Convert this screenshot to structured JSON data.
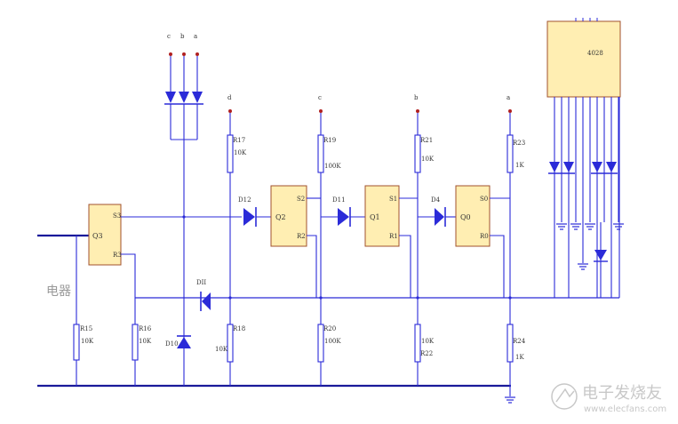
{
  "colors": {
    "wire": "#2b2bd8",
    "bus": "#1a1a9a",
    "chip_fill": "#ffeeb2",
    "chip_stroke": "#a0522d",
    "terminal": "#b02020",
    "watermark": "#c8c8c8"
  },
  "labels": {
    "terminals_top": [
      "c",
      "b",
      "a"
    ],
    "terminals_mid": [
      "d",
      "c",
      "b",
      "a"
    ],
    "side_label": "电器",
    "watermark_main": "电子发烧友",
    "watermark_url": "www.elecfans.com"
  },
  "chips": {
    "q3": {
      "name": "Q3",
      "set": "S3",
      "reset": "R3"
    },
    "q2": {
      "name": "Q2",
      "set": "S2",
      "reset": "R2"
    },
    "q1": {
      "name": "Q1",
      "set": "S1",
      "reset": "R1"
    },
    "q0": {
      "name": "Q0",
      "set": "S0",
      "reset": "R0"
    },
    "decoder": {
      "name": "4028"
    }
  },
  "resistors": {
    "r17": {
      "name": "R17",
      "value": "10K"
    },
    "r19": {
      "name": "R19",
      "value": "100K"
    },
    "r21": {
      "name": "R21",
      "value": "10K"
    },
    "r23": {
      "name": "R23",
      "value": "1K"
    },
    "r15": {
      "name": "R15",
      "value": "10K"
    },
    "r16": {
      "name": "R16",
      "value": "10K"
    },
    "r18": {
      "name": "R18",
      "value": "10K"
    },
    "r20": {
      "name": "R20",
      "value": "100K"
    },
    "r22": {
      "name": "R22",
      "value": "10K"
    },
    "r24": {
      "name": "R24",
      "value": "1K"
    }
  },
  "diodes": {
    "d12": "D12",
    "d11": "D11",
    "d4": "D4",
    "d10": "D10",
    "dii": "DII"
  }
}
